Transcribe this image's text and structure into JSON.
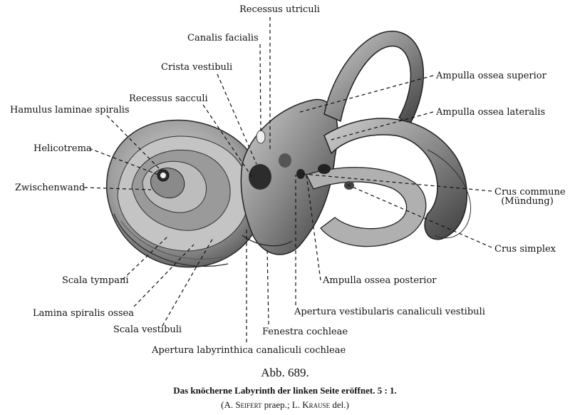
{
  "labels": {
    "recessus_utriculi": "Recessus utriculi",
    "canalis_facialis": "Canalis facialis",
    "crista_vestibuli": "Crista vestibuli",
    "recessus_sacculi": "Recessus sacculi",
    "hamulus": "Hamulus laminae spiralis",
    "helicotrema": "Helicotrema",
    "zwischenwand": "Zwischenwand",
    "ampulla_superior": "Ampulla ossea superior",
    "ampulla_lateralis": "Ampulla ossea lateralis",
    "crus_commune": "Crus commune",
    "crus_commune_sub": "(Mündung)",
    "crus_simplex": "Crus simplex",
    "ampulla_posterior": "Ampulla ossea posterior",
    "apertura_vestibularis": "Apertura vestibularis canaliculi vestibuli",
    "fenestra_cochleae": "Fenestra cochleae",
    "apertura_labyrinthica": "Apertura labyrinthica canaliculi cochleae",
    "scala_tympani": "Scala tympani",
    "lamina_spiralis": "Lamina spiralis ossea",
    "scala_vestibuli": "Scala vestibuli"
  },
  "caption": {
    "figure_number": "Abb. 689.",
    "title": "Das knöcherne Labyrinth der linken Seite eröffnet. 5 : 1.",
    "credit_open": "(A. ",
    "credit_author1": "Seifert",
    "credit_mid": " praep.; L. ",
    "credit_author2": "Krause",
    "credit_close": " del.)"
  }
}
